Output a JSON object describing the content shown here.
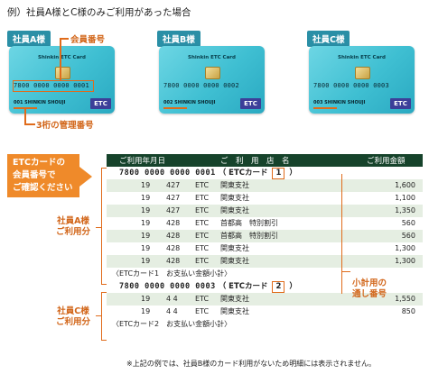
{
  "title": "例）社員A様とC様のみご利用があった場合",
  "cards": [
    {
      "tag": "社員A様",
      "card_name": "Shinkin ETC Card",
      "number": "7800 0000 0000 0001",
      "holder": "001 SHINKIN SHOUJI",
      "brand": "ETC"
    },
    {
      "tag": "社員B様",
      "card_name": "Shinkin ETC Card",
      "number": "7800 0000 0000 0002",
      "holder": "002 SHINKIN SHOUJI",
      "brand": "ETC"
    },
    {
      "tag": "社員C様",
      "card_name": "Shinkin ETC Card",
      "number": "7800 0000 0000 0003",
      "holder": "003 SHINKIN SHOUJI",
      "brand": "ETC"
    }
  ],
  "callouts": {
    "member_no": "会員番号",
    "mgmt_no": "3桁の管理番号",
    "banner_l1": "ETCカードの",
    "banner_l2": "会員番号で",
    "banner_l3": "ご確認ください",
    "emp_a_l1": "社員A様",
    "emp_a_l2": "ご利用分",
    "emp_c_l1": "社員C様",
    "emp_c_l2": "ご利用分",
    "serial_l1": "小計用の",
    "serial_l2": "通し番号"
  },
  "table": {
    "headers": [
      "ご利用年月日",
      "ご　利　用　店　名",
      "ご利用金額"
    ],
    "card1": {
      "number": "7800 0000 0000 0001",
      "label": "（ ETCカード",
      "serial": "1",
      "close": "）"
    },
    "rows1": [
      {
        "y": "19",
        "md": "427",
        "shop": "ETC",
        "place": "関東支社",
        "amount": "1,600"
      },
      {
        "y": "19",
        "md": "427",
        "shop": "ETC",
        "place": "関東支社",
        "amount": "1,100"
      },
      {
        "y": "19",
        "md": "427",
        "shop": "ETC",
        "place": "関東支社",
        "amount": "1,350"
      },
      {
        "y": "19",
        "md": "428",
        "shop": "ETC",
        "place": "首都高　特別割引",
        "amount": "560"
      },
      {
        "y": "19",
        "md": "428",
        "shop": "ETC",
        "place": "首都高　特別割引",
        "amount": "560"
      },
      {
        "y": "19",
        "md": "428",
        "shop": "ETC",
        "place": "関東支社",
        "amount": "1,300"
      },
      {
        "y": "19",
        "md": "428",
        "shop": "ETC",
        "place": "関東支社",
        "amount": "1,300"
      }
    ],
    "subtotal1": "〈ETCカード1　お支払い金額小計〉",
    "card2": {
      "number": "7800 0000 0000 0003",
      "label": "（ ETCカード",
      "serial": "2",
      "close": "）"
    },
    "rows2": [
      {
        "y": "19",
        "md": "4 4",
        "shop": "ETC",
        "place": "関東支社",
        "amount": "1,550"
      },
      {
        "y": "19",
        "md": "4 4",
        "shop": "ETC",
        "place": "関東支社",
        "amount": "850"
      }
    ],
    "subtotal2": "〈ETCカード2　お支払い金額小計〉"
  },
  "note": "※上記の例では、社員B様のカード利用がないため明細には表示されません。"
}
